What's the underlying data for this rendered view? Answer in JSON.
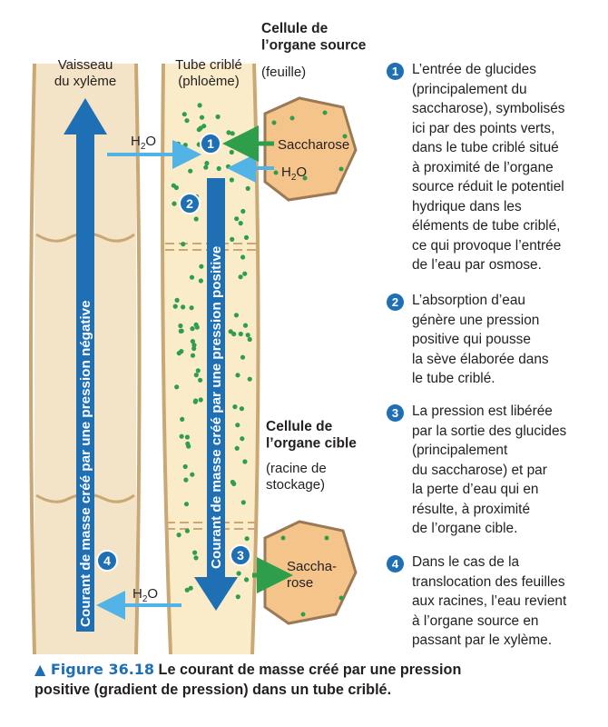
{
  "labels": {
    "xylem": "Vaisseau\ndu xylème",
    "phloem": "Tube criblé\n(phloème)",
    "source_title": "Cellule de\nl’organe source",
    "source_sub": "(feuille)",
    "sink_title": "Cellule de\nl’organe cible",
    "sink_sub": "(racine de\nstockage)",
    "saccharose": "Saccharose",
    "saccharose_split": "Saccha-\nrose",
    "h2o_prefix": "H",
    "h2o_sub": "2",
    "h2o_suffix": "O",
    "positive_arrow": "Courant de masse créé par une pression positive",
    "negative_arrow": "Courant de masse créé par une pression négative"
  },
  "markers": [
    "1",
    "2",
    "3",
    "4"
  ],
  "steps": [
    {
      "number": "1",
      "text": "L’entrée de glucides\n(principalement du\nsaccharose), symbolisés\nici par des points verts,\ndans le tube criblé situé\nà proximité de l’organe\nsource réduit le potentiel\nhydrique dans les\néléments de tube criblé,\nce qui provoque l’entrée\nde l’eau par osmose."
    },
    {
      "number": "2",
      "text": "L’absorption d’eau\ngénère une pression\npositive qui pousse\nla sève élaborée dans\nle tube criblé."
    },
    {
      "number": "3",
      "text": "La pression est libérée\npar la sortie des glucides\n(principalement\ndu saccharose) et par\nla perte d’eau qui en\nrésulte, à proximité\nde l’organe cible."
    },
    {
      "number": "4",
      "text": "Dans le cas de la\ntranslocation des feuilles\naux racines, l’eau revient\nà l’organe source en\npassant par le xylème."
    }
  ],
  "caption": {
    "label": "▲ Figure 36.18",
    "text": " Le courant de masse créé par une pression\npositive (gradient de pression) dans un tube criblé."
  },
  "colors": {
    "tube_fill": "#faecc9",
    "tube_edge": "#c9a876",
    "cell_fill": "#f5c48a",
    "cell_edge": "#9a7a55",
    "flow_blue": "#1f6fb5",
    "water_blue": "#52b3e6",
    "sugar_green": "#2e9e4a"
  }
}
